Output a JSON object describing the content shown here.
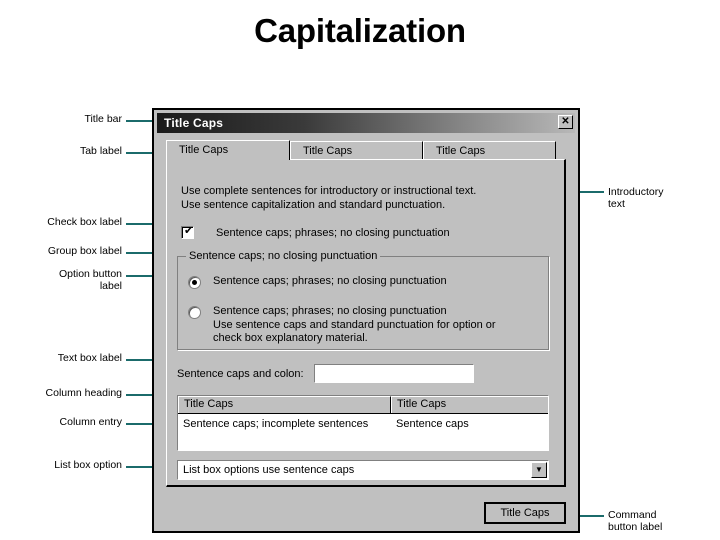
{
  "slide": {
    "title": "Capitalization"
  },
  "dialog": {
    "titlebar": {
      "text": "Title Caps",
      "close_icon": "close-icon"
    },
    "tabs": [
      {
        "label": "Title Caps",
        "selected": true
      },
      {
        "label": "Title Caps",
        "selected": false
      },
      {
        "label": "Title Caps",
        "selected": false
      }
    ],
    "intro_text": "Use complete sentences for introductory or instructional text.\nUse sentence capitalization and standard punctuation.",
    "checkbox": {
      "label": "Sentence caps; phrases; no closing punctuation",
      "checked": true,
      "tick_glyph": "✔"
    },
    "groupbox": {
      "label": "Sentence caps; no closing punctuation",
      "options": [
        {
          "label": "Sentence caps; phrases; no closing punctuation",
          "selected": true
        },
        {
          "label": "Sentence caps; phrases; no closing punctuation\nUse sentence caps and standard punctuation for option or\ncheck box explanatory material.",
          "selected": false
        }
      ]
    },
    "textbox": {
      "label": "Sentence caps and colon:",
      "value": "",
      "placeholder": ""
    },
    "listview": {
      "columns": [
        "Title Caps",
        "Title Caps"
      ],
      "rows": [
        [
          "Sentence caps; incomplete sentences",
          "Sentence caps"
        ]
      ]
    },
    "combobox": {
      "value": "List box options use sentence caps",
      "arrow_glyph": "▼"
    },
    "command_button": {
      "label": "Title Caps"
    }
  },
  "callouts": {
    "title_bar": "Title bar",
    "tab_label": "Tab label",
    "check_box_label": "Check box label",
    "group_box_label": "Group box label",
    "option_button_label": "Option button\nlabel",
    "text_box_label": "Text box label",
    "column_heading": "Column heading",
    "column_entry": "Column entry",
    "list_box_option": "List box option",
    "introductory_text": "Introductory\ntext",
    "command_button_label": "Command\nbutton label"
  },
  "colors": {
    "leader_line": "#1b6b6b",
    "dialog_face": "#c0c0c0",
    "titlebar_dark": "#1a1a1a",
    "titlebar_light": "#b8b8b8",
    "field_background": "#ffffff",
    "page_background": "#ffffff"
  }
}
